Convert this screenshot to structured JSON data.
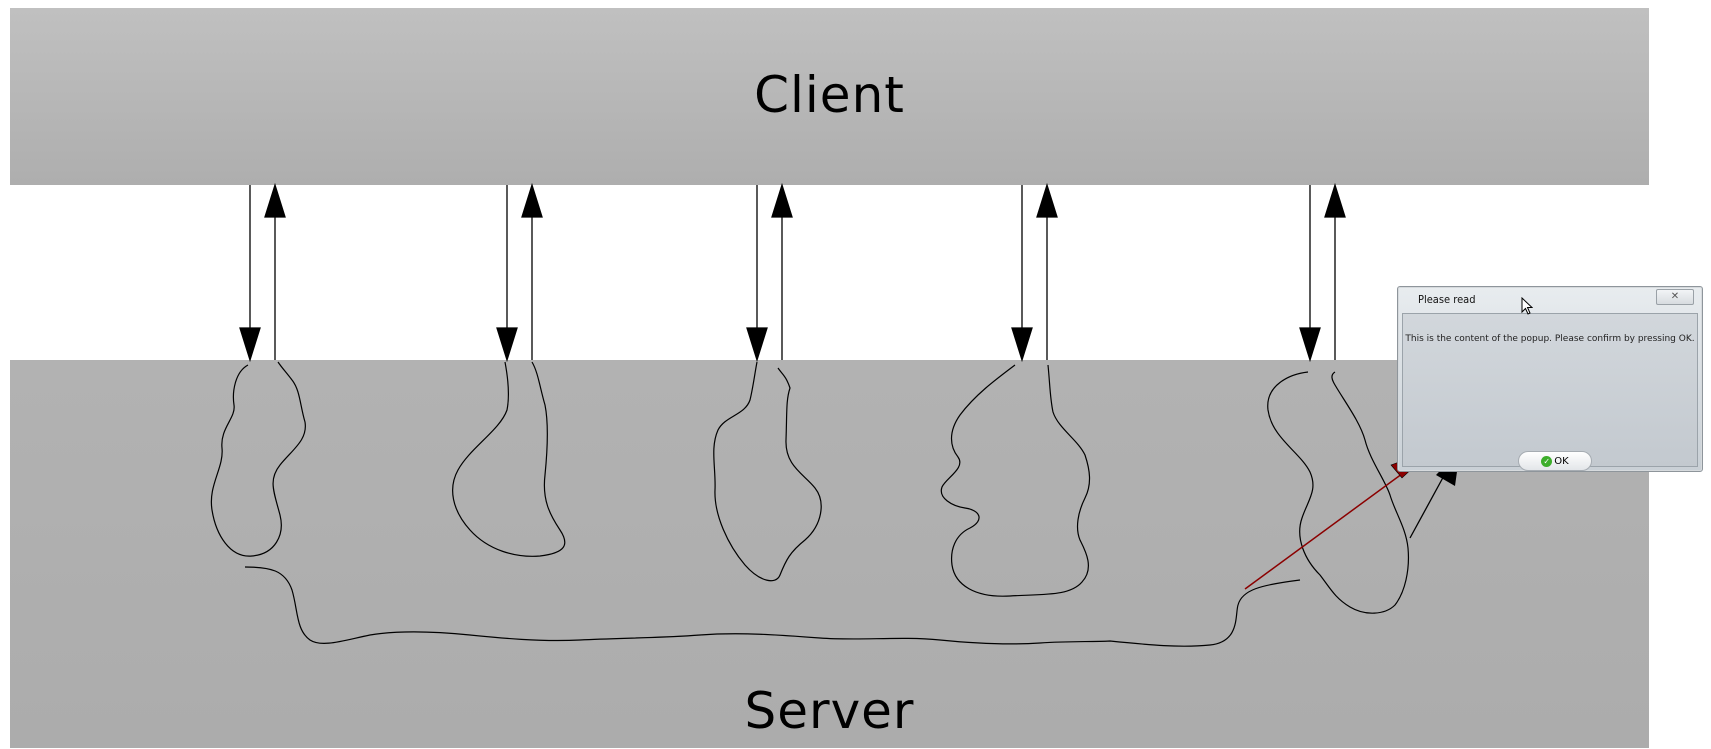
{
  "client": {
    "label": "Client"
  },
  "server": {
    "label": "Server"
  },
  "popup": {
    "title": "Please read",
    "message": "This is the content of the popup. Please confirm by pressing OK.",
    "ok_label": "OK",
    "close_icon": "close-icon"
  },
  "colors": {
    "band": "#b4b4b4",
    "red_arrow": "#8b0000",
    "line": "#000000"
  }
}
